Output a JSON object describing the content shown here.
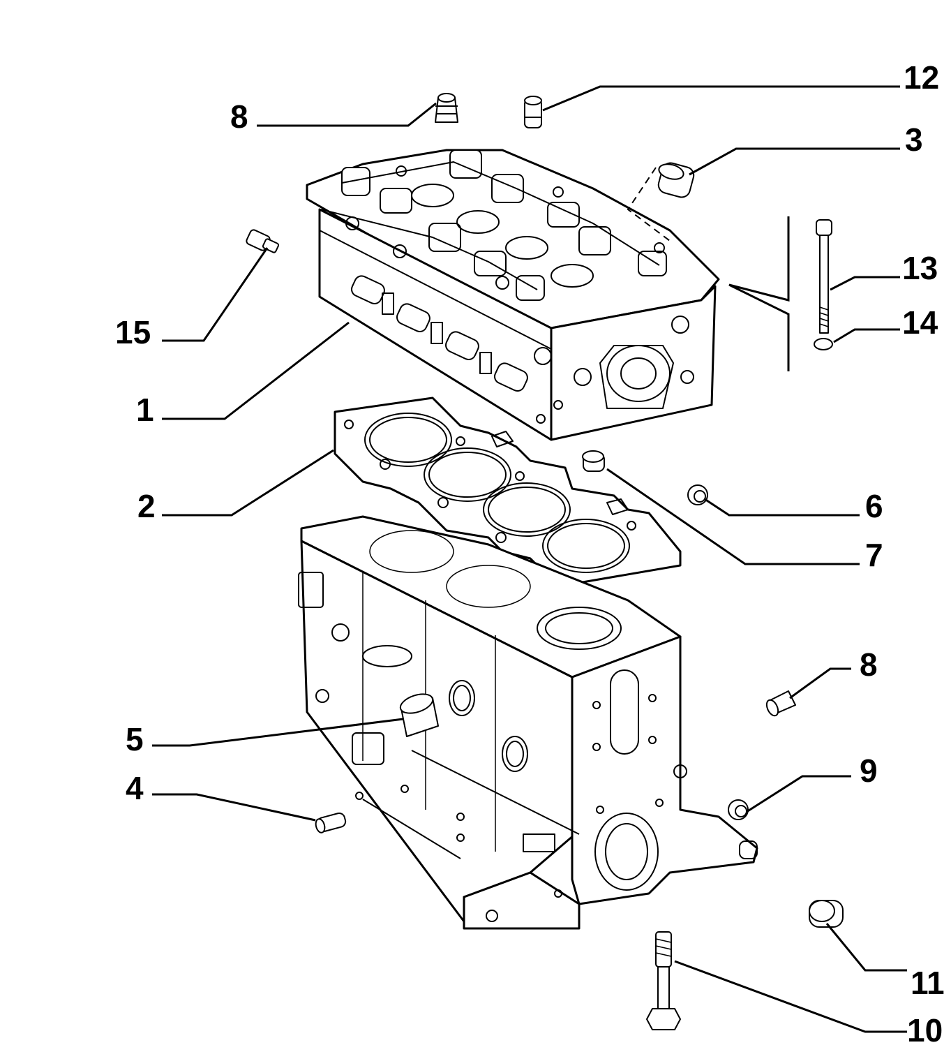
{
  "callouts": {
    "c1": "1",
    "c2": "2",
    "c3": "3",
    "c4": "4",
    "c5": "5",
    "c6": "6",
    "c7": "7",
    "c8a": "8",
    "c8b": "8",
    "c9": "9",
    "c10": "10",
    "c11": "11",
    "c12": "12",
    "c13": "13",
    "c14": "14",
    "c15": "15"
  }
}
